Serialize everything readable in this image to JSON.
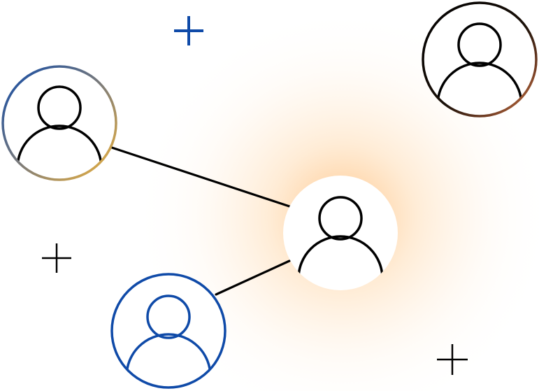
{
  "colors": {
    "background": "#ffffff",
    "stroke": "#000000",
    "blue": "#0f4aa8",
    "gold": "#f0b43c",
    "orange": "#d9783e",
    "brown": "#5a3222",
    "gray": "#7a7a7a",
    "glow": "#ffb060"
  },
  "nodes": [
    {
      "name": "user-node-left",
      "icon": "user-icon",
      "ring": "gradient-blue-gold"
    },
    {
      "name": "user-node-center",
      "icon": "user-icon",
      "ring": "glow-white"
    },
    {
      "name": "user-node-bottom",
      "icon": "user-icon",
      "ring": "solid-blue"
    },
    {
      "name": "user-node-top-right",
      "icon": "user-icon",
      "ring": "gradient-black-orange"
    }
  ],
  "connections": [
    {
      "from": "user-node-left",
      "to": "user-node-center"
    },
    {
      "from": "user-node-bottom",
      "to": "user-node-center"
    }
  ],
  "decorations": [
    {
      "icon": "plus-icon",
      "color": "blue"
    },
    {
      "icon": "plus-icon",
      "color": "black"
    },
    {
      "icon": "plus-icon",
      "color": "black"
    }
  ]
}
